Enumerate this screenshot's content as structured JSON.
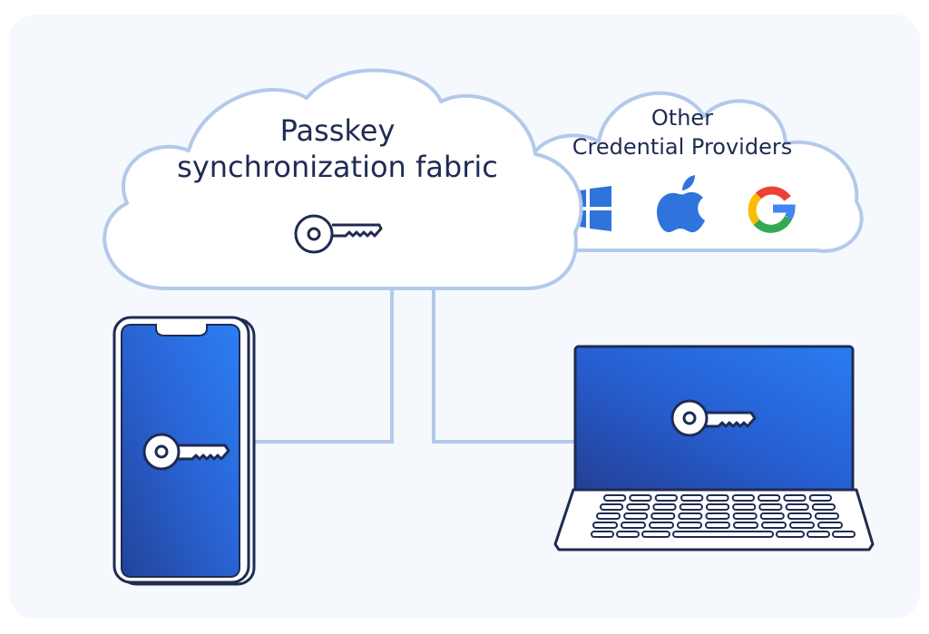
{
  "main_cloud": {
    "title_line1": "Passkey",
    "title_line2": "synchronization fabric",
    "icon": "key-icon"
  },
  "providers_cloud": {
    "title_line1": "Other",
    "title_line2": "Credential Providers",
    "providers": [
      {
        "name": "windows-logo",
        "colors": [
          "#2f6fce",
          "#3a86e8"
        ]
      },
      {
        "name": "apple-logo",
        "colors": [
          "#2d6fd1",
          "#3f8cf0"
        ]
      },
      {
        "name": "google-logo",
        "colors": [
          "#ea4335",
          "#fbbc05",
          "#34a853",
          "#4285f4"
        ]
      }
    ]
  },
  "devices": [
    {
      "name": "smartphone",
      "icon": "key-icon"
    },
    {
      "name": "laptop",
      "icon": "key-icon"
    }
  ],
  "colors": {
    "background_panel": "#f5f8fd",
    "cloud_stroke": "#b3c9ea",
    "connector": "#b3c9ea",
    "outline": "#1f2b52",
    "screen_dark": "#24469e",
    "screen_light": "#2a79f0"
  }
}
